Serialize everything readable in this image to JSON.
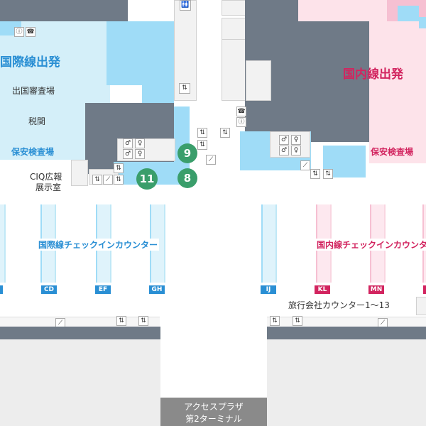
{
  "areas": {
    "intl_departure": "国際線出発",
    "dom_departure": "国内線出発",
    "emigration": "出国審査場",
    "customs": "税関",
    "intl_security": "保安検査場",
    "dom_security": "保安検査場",
    "ciq_line1": "CIQ広報",
    "ciq_line2": "展示室",
    "intl_checkin": "国際線チェックインカウンター",
    "dom_checkin": "国内線チェックインカウンター",
    "travel_counter": "旅行会社カウンター1～13",
    "access_plaza_line1": "アクセスプラザ",
    "access_plaza_line2": "第2ターミナル"
  },
  "gates": [
    "11",
    "8",
    "9"
  ],
  "counters": [
    "CD",
    "EF",
    "GH",
    "IJ",
    "KL",
    "MN"
  ],
  "colors": {
    "international": "#2a8fd4",
    "domestic": "#d2245f",
    "gate_green": "#3a9e6b"
  },
  "icons": [
    "restroom-icon",
    "elevator-icon",
    "escalator-icon",
    "phone-icon",
    "info-icon"
  ]
}
